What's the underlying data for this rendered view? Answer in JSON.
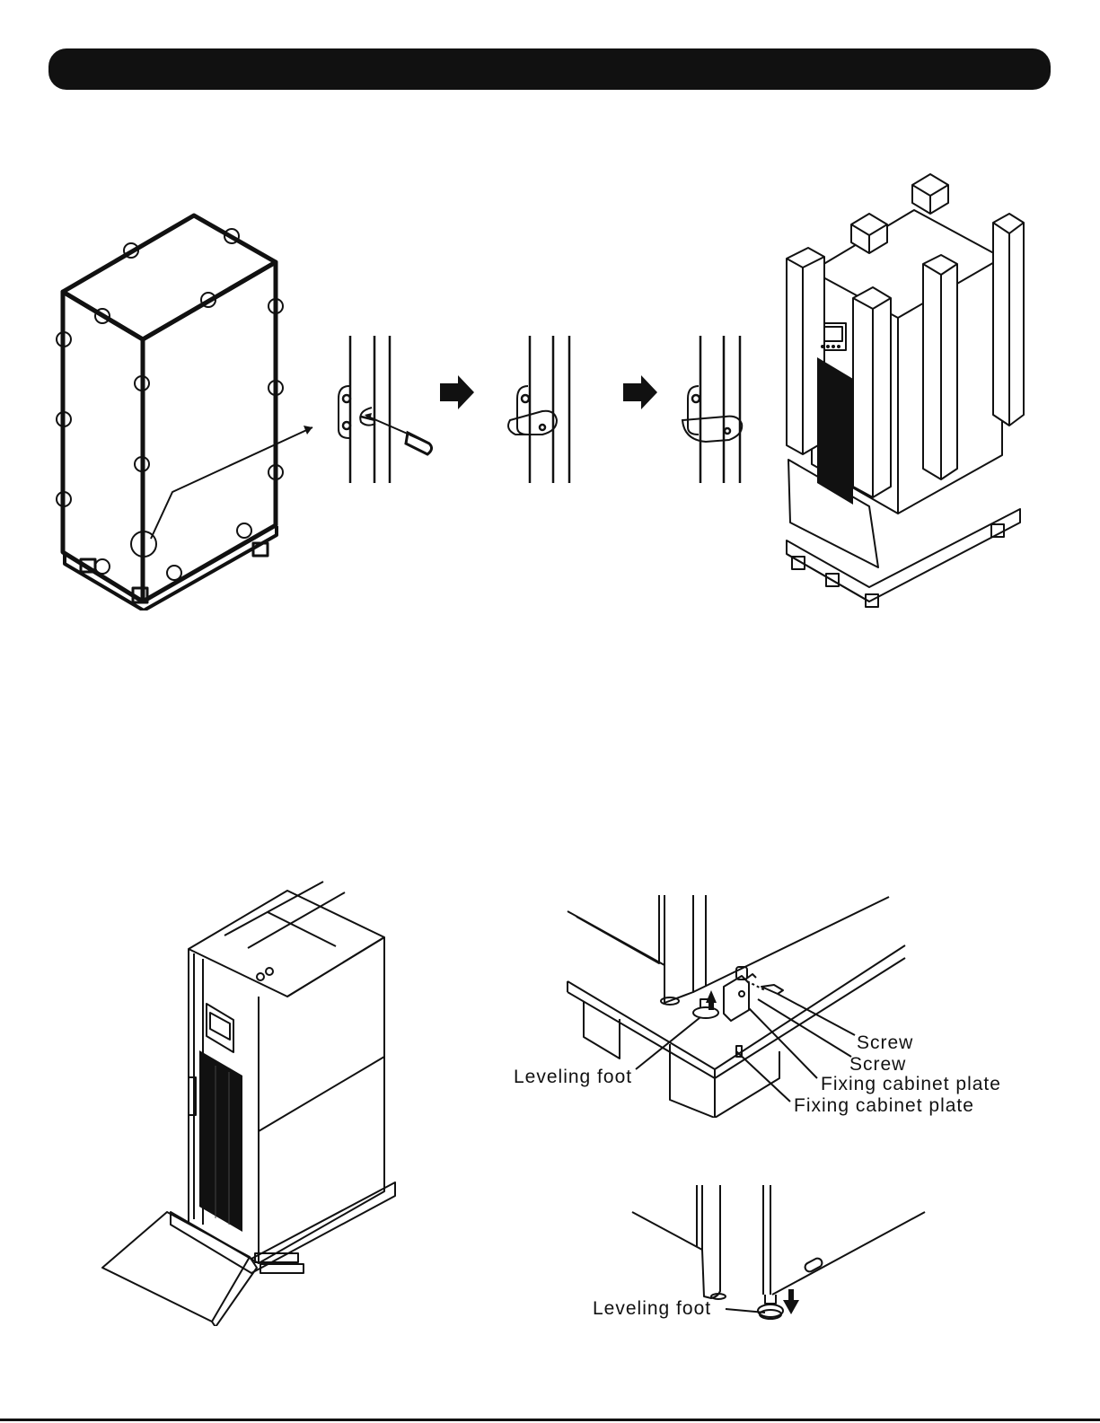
{
  "header": {
    "title": ""
  },
  "figures": {
    "top": {
      "crate_icon": "wooden-crate-with-clips",
      "clip_steps_icon": "clip-removal-steps",
      "arrow_icon": "right-arrow",
      "unpacked_icon": "cabinet-with-foam-corners-on-pallet"
    },
    "bottom": {
      "ramp_icon": "cabinet-on-pallet-with-ramp",
      "foot_detail_1": {
        "labels": {
          "screw_1": "Screw",
          "screw_2": "Screw",
          "plate_1": "Fixing cabinet plate",
          "plate_2": "Fixing cabinet plate",
          "foot": "Leveling foot"
        }
      },
      "foot_detail_2": {
        "labels": {
          "foot": "Leveling foot"
        }
      }
    }
  },
  "colors": {
    "ink": "#111111",
    "paper": "#ffffff"
  }
}
